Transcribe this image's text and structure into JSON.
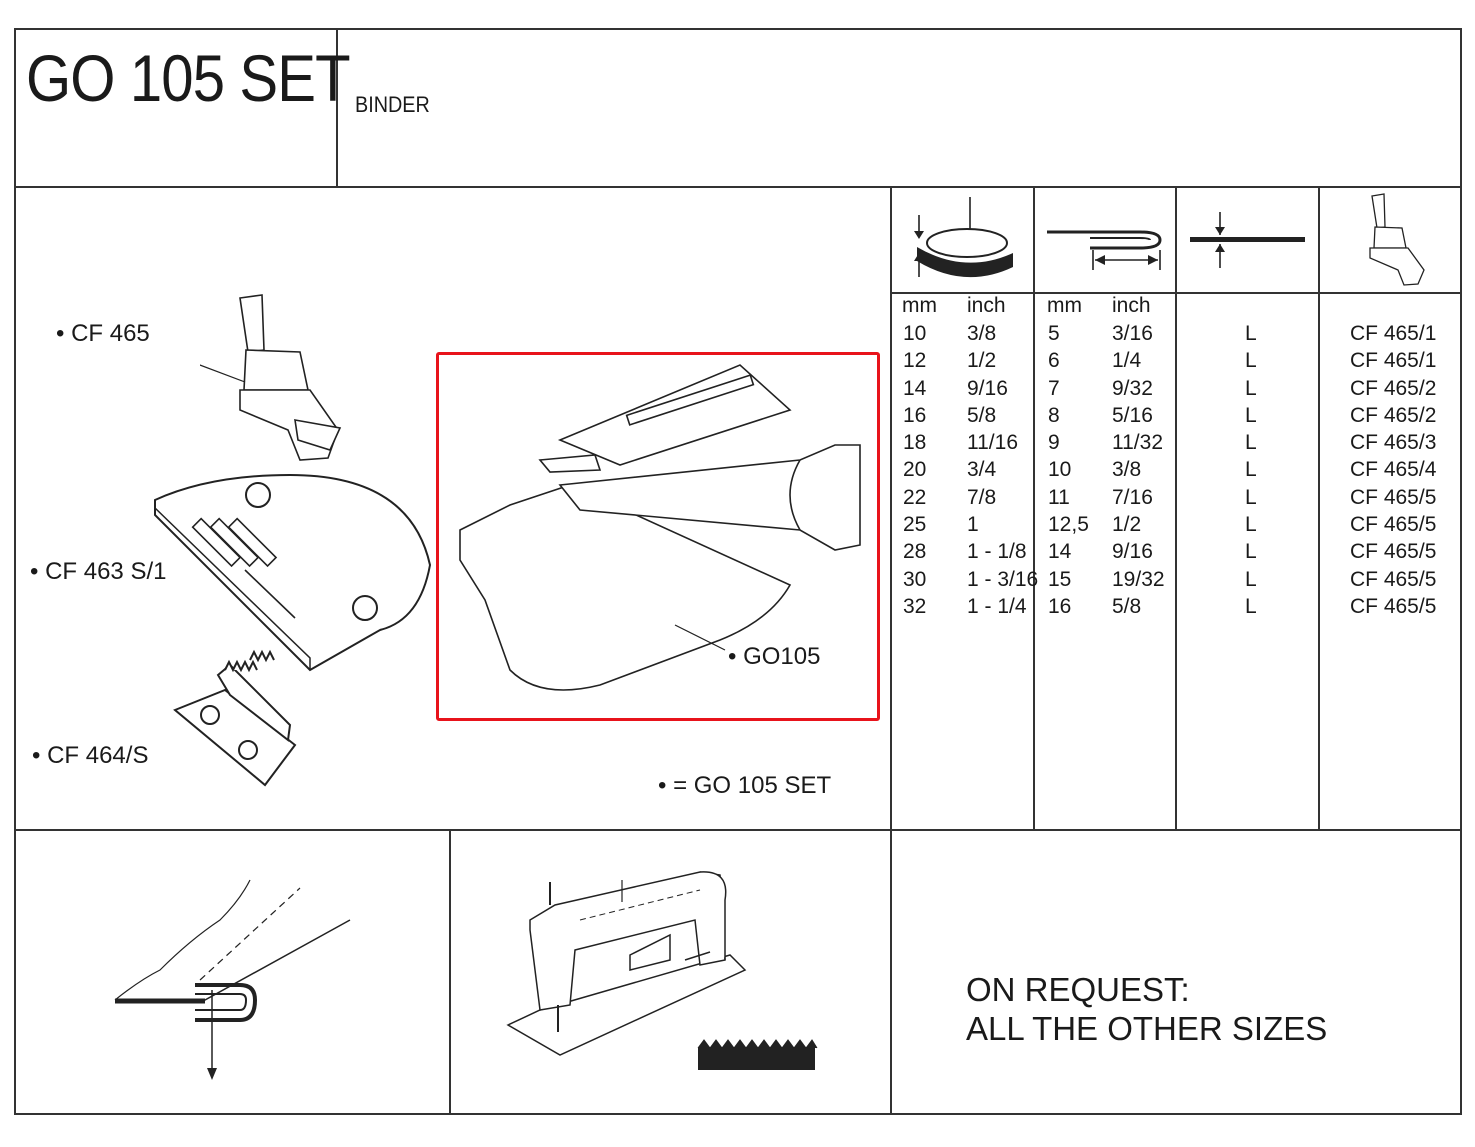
{
  "header": {
    "title": "GO 105 SET",
    "subtitle": "BINDER"
  },
  "parts": {
    "cf465": "• CF 465",
    "cf463": "• CF 463 S/1",
    "cf464": "• CF 464/S",
    "go105": "• GO105",
    "legend": "• = GO 105 SET"
  },
  "table": {
    "col1_units": [
      "mm",
      "inch"
    ],
    "col2_units": [
      "mm",
      "inch"
    ],
    "rows": [
      {
        "mm1": "10",
        "in1": "3/8",
        "mm2": "5",
        "in2": "3/16",
        "type": "L",
        "foot": "CF 465/1"
      },
      {
        "mm1": "12",
        "in1": "1/2",
        "mm2": "6",
        "in2": "1/4",
        "type": "L",
        "foot": "CF 465/1"
      },
      {
        "mm1": "14",
        "in1": "9/16",
        "mm2": "7",
        "in2": "9/32",
        "type": "L",
        "foot": "CF 465/2"
      },
      {
        "mm1": "16",
        "in1": "5/8",
        "mm2": "8",
        "in2": "5/16",
        "type": "L",
        "foot": "CF 465/2"
      },
      {
        "mm1": "18",
        "in1": "11/16",
        "mm2": "9",
        "in2": "11/32",
        "type": "L",
        "foot": "CF 465/3"
      },
      {
        "mm1": "20",
        "in1": "3/4",
        "mm2": "10",
        "in2": "3/8",
        "type": "L",
        "foot": "CF 465/4"
      },
      {
        "mm1": "22",
        "in1": "7/8",
        "mm2": "11",
        "in2": "7/16",
        "type": "L",
        "foot": "CF 465/5"
      },
      {
        "mm1": "25",
        "in1": "1",
        "mm2": "12,5",
        "in2": "1/2",
        "type": "L",
        "foot": "CF 465/5"
      },
      {
        "mm1": "28",
        "in1": "1 - 1/8",
        "mm2": "14",
        "in2": "9/16",
        "type": "L",
        "foot": "CF 465/5"
      },
      {
        "mm1": "30",
        "in1": "1 - 3/16",
        "mm2": "15",
        "in2": "19/32",
        "type": "L",
        "foot": "CF 465/5"
      },
      {
        "mm1": "32",
        "in1": "1 - 1/4",
        "mm2": "16",
        "in2": "5/8",
        "type": "L",
        "foot": "CF 465/5"
      }
    ]
  },
  "note": {
    "line1": "ON REQUEST:",
    "line2": "ALL THE OTHER SIZES"
  },
  "colors": {
    "highlight": "#e8131b",
    "ink": "#1a1a1a"
  },
  "icons": [
    "tape-width-icon",
    "folded-width-icon",
    "material-thickness-icon",
    "presser-foot-icon",
    "binding-fold-icon",
    "sewing-machine-icon",
    "feed-dog-icon"
  ]
}
